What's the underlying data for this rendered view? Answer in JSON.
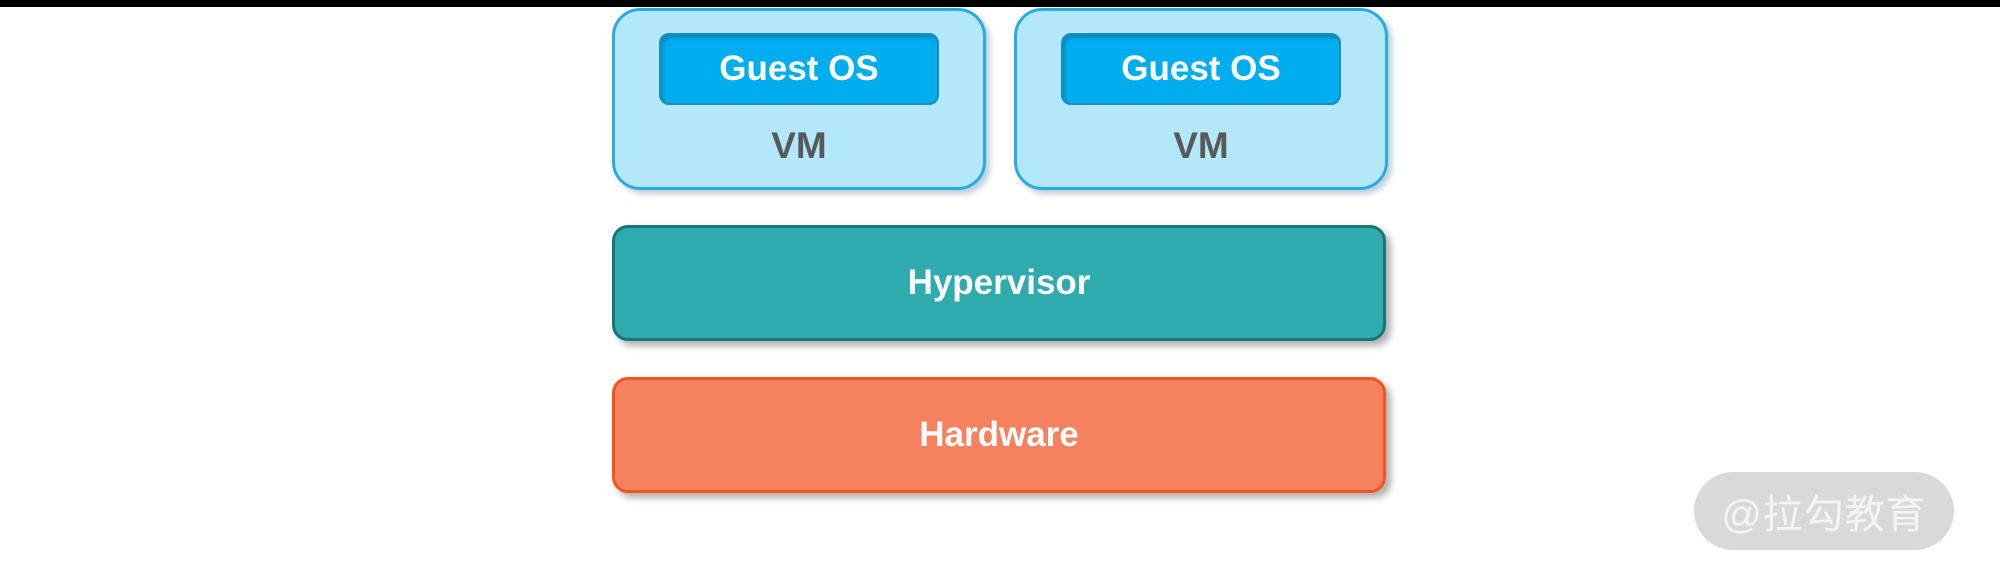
{
  "page": {
    "background": "#FFFFFF",
    "top_bar_color": "#000000"
  },
  "diagram": {
    "vms": [
      {
        "guest_os_label": "Guest OS",
        "label": "VM"
      },
      {
        "guest_os_label": "Guest OS",
        "label": "VM"
      }
    ],
    "vm_style": {
      "fill": "#B3E7FA",
      "border": "#29ABE2",
      "label_color": "#58595B"
    },
    "guest_os_style": {
      "fill": "#00AEEF",
      "border": "#1B8CBE",
      "text_color": "#FFFFFF"
    },
    "layers": [
      {
        "label": "Hypervisor",
        "fill": "#2FAAAD",
        "border": "#1A7579",
        "text_color": "#FFFFFF"
      },
      {
        "label": "Hardware",
        "fill": "#F5815F",
        "border": "#F0551F",
        "text_color": "#FFFFFF"
      }
    ]
  },
  "watermark": {
    "text": "@拉勾教育",
    "background": "#D9D9D9",
    "text_color": "#F4F4F4"
  }
}
